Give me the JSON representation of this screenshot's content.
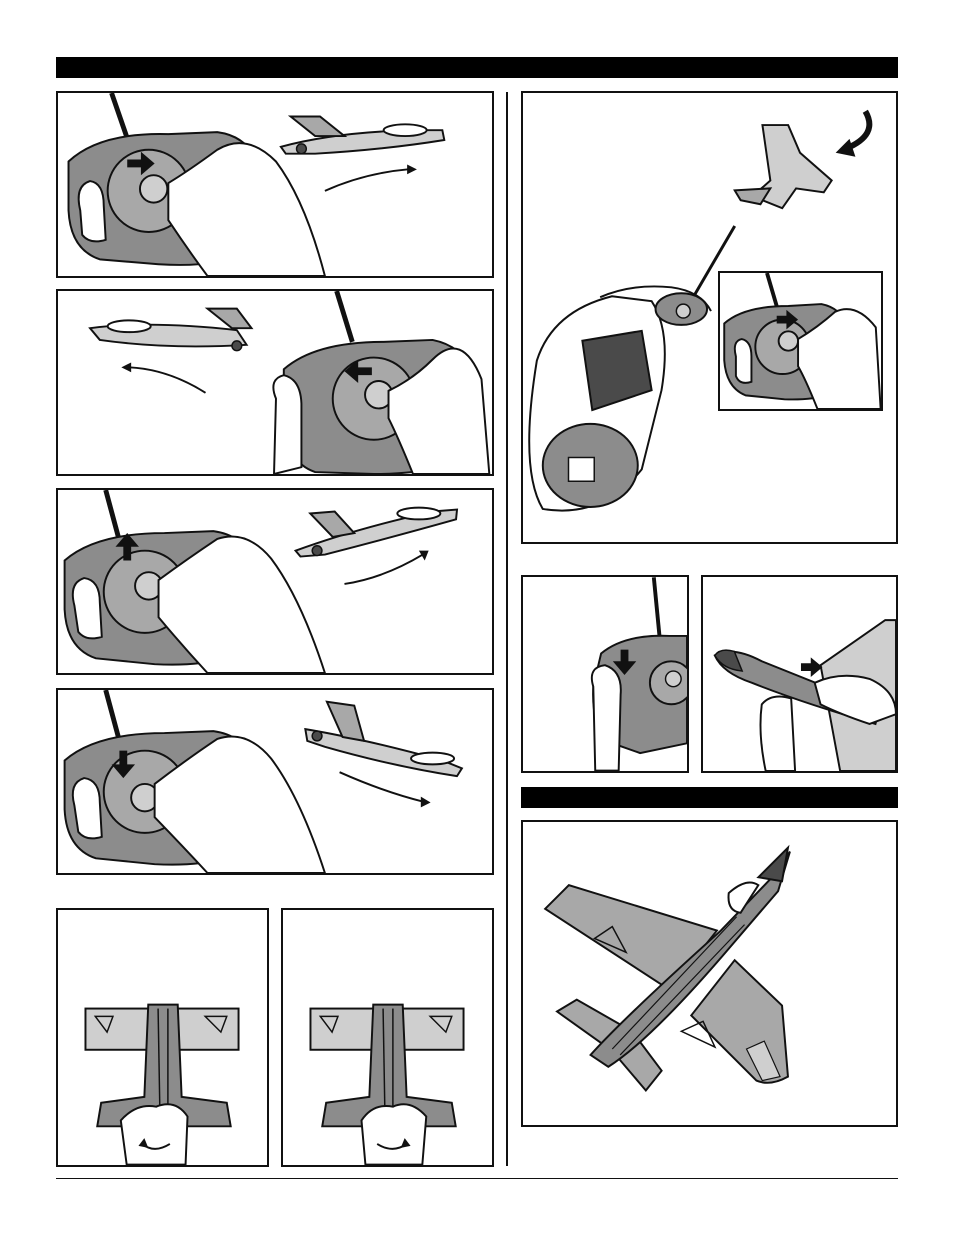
{
  "header_bars": {
    "top_title": "",
    "right_section_title": ""
  },
  "colors": {
    "ink": "#111111",
    "gray_body": "#8c8c8c",
    "light_gray": "#cfcfcf",
    "mid_gray": "#a8a8a8",
    "dark_gray": "#4a4a4a",
    "skin": "#ffffff"
  },
  "panels": {
    "climb_right": {
      "icon": "transmitter-stick-up-right-icon",
      "direction": "right"
    },
    "turn_left": {
      "icon": "transmitter-stick-left-icon",
      "direction": "left"
    },
    "climb": {
      "icon": "transmitter-stick-up-icon",
      "direction": "up"
    },
    "dive": {
      "icon": "transmitter-stick-down-icon",
      "direction": "down"
    },
    "trim_left": {
      "icon": "rudder-trim-left-icon",
      "direction": "left"
    },
    "trim_right": {
      "icon": "rudder-trim-right-icon",
      "direction": "right"
    },
    "launch": {
      "icon": "pilot-launch-icon"
    },
    "power_switch": {
      "icon": "power-switch-icon"
    },
    "battery_insert": {
      "icon": "battery-insert-icon"
    },
    "plane_top": {
      "icon": "jet-plane-topview-icon"
    }
  }
}
